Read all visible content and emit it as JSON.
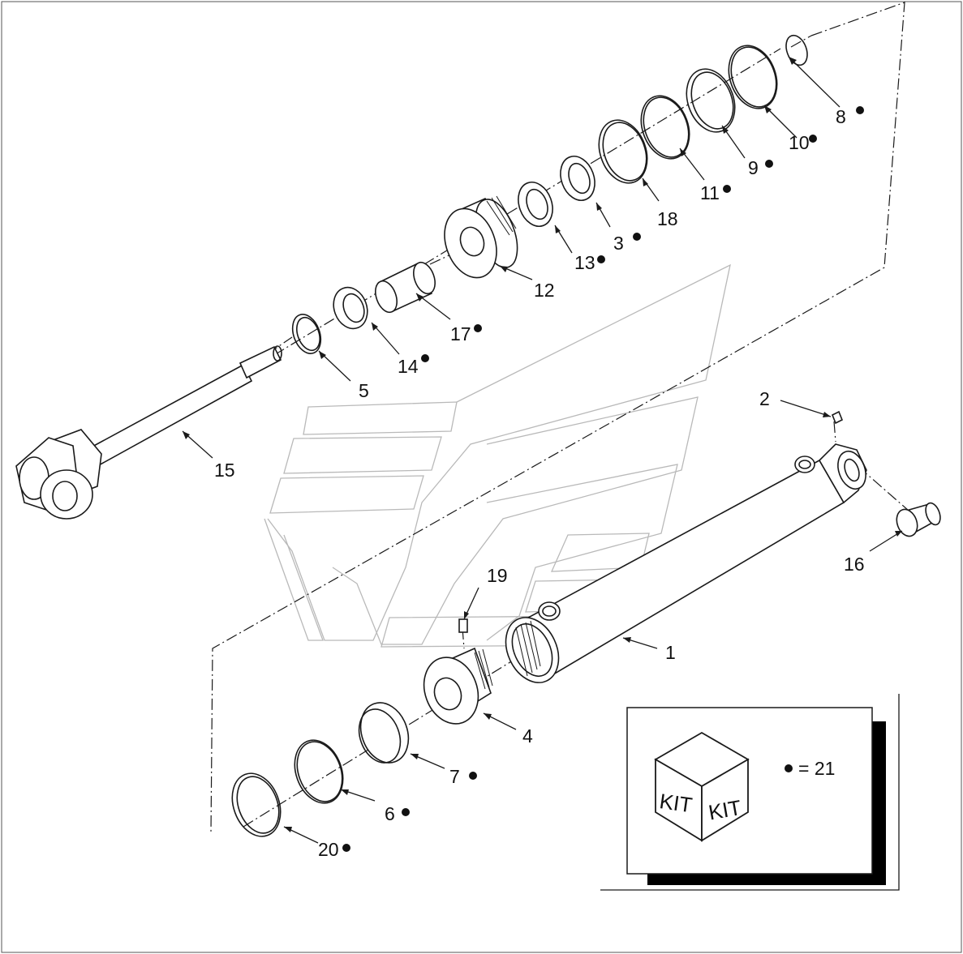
{
  "diagram": {
    "callouts": [
      {
        "id": "c1",
        "text": "1",
        "kit": false
      },
      {
        "id": "c2",
        "text": "2",
        "kit": false
      },
      {
        "id": "c3",
        "text": "3",
        "kit": true
      },
      {
        "id": "c4",
        "text": "4",
        "kit": false
      },
      {
        "id": "c5",
        "text": "5",
        "kit": false
      },
      {
        "id": "c6",
        "text": "6",
        "kit": true
      },
      {
        "id": "c7",
        "text": "7",
        "kit": true
      },
      {
        "id": "c8",
        "text": "8",
        "kit": true
      },
      {
        "id": "c9",
        "text": "9",
        "kit": true
      },
      {
        "id": "c10",
        "text": "10",
        "kit": true
      },
      {
        "id": "c11",
        "text": "11",
        "kit": true
      },
      {
        "id": "c12",
        "text": "12",
        "kit": false
      },
      {
        "id": "c13",
        "text": "13",
        "kit": true
      },
      {
        "id": "c14",
        "text": "14",
        "kit": true
      },
      {
        "id": "c15",
        "text": "15",
        "kit": false
      },
      {
        "id": "c16",
        "text": "16",
        "kit": false
      },
      {
        "id": "c17",
        "text": "17",
        "kit": true
      },
      {
        "id": "c18",
        "text": "18",
        "kit": false
      },
      {
        "id": "c19",
        "text": "19",
        "kit": false
      },
      {
        "id": "c20",
        "text": "20",
        "kit": true
      }
    ],
    "kit_legend": {
      "box_text_left": "KIT",
      "box_text_right": "KIT",
      "legend_text": "= 21"
    }
  }
}
